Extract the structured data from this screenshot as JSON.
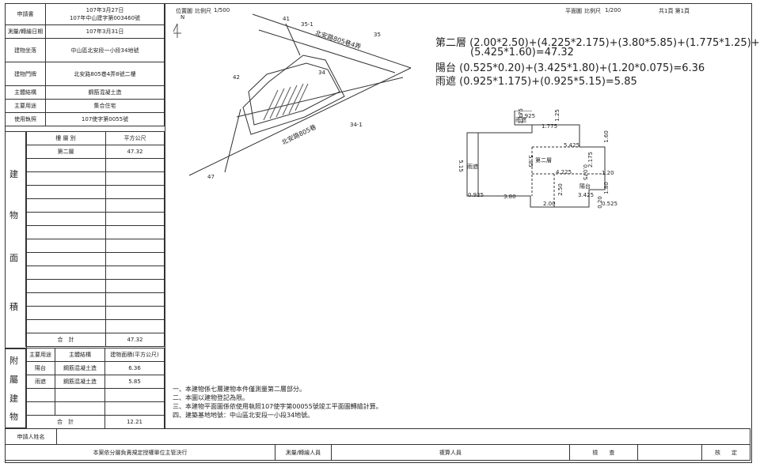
{
  "header": {
    "apply_label": "申請書",
    "apply_date": "107年3月27日",
    "apply_no": "107年中山建字第003460號",
    "survey_date_label": "測量/轉繪日期",
    "survey_date": "107年3月31日",
    "location_label": "建物坐落",
    "location": "中山區北安段一小段34地號",
    "address_label": "建物門牌",
    "address": "北安路805巷4弄8號二樓",
    "structure_label": "主體結構",
    "structure": "鋼筋混凝土造",
    "use_label": "主要用途",
    "use": "集合住宅",
    "license_label": "使用執照",
    "license": "107使字第0055號"
  },
  "area_table": {
    "section_chars": [
      "建",
      "物",
      "面",
      "積"
    ],
    "col_floor": "樓 層 別",
    "col_area": "平方公尺",
    "rows": [
      {
        "floor": "第二層",
        "area": "47.32"
      }
    ],
    "total_label": "合　計",
    "total": "47.32"
  },
  "annex_table": {
    "section_chars": [
      "附",
      "屬",
      "建",
      "物"
    ],
    "col_use": "主要用途",
    "col_structure": "主體結構",
    "col_area": "建物面積(平方公尺)",
    "rows": [
      {
        "use": "陽台",
        "structure": "鋼筋混凝土造",
        "area": "6.36"
      },
      {
        "use": "雨遮",
        "structure": "鋼筋混凝土造",
        "area": "5.85"
      }
    ],
    "total_label": "合　計",
    "total": "12.21"
  },
  "site_plan": {
    "title": "位置圖",
    "scale_label": "比例尺",
    "scale": "1/500",
    "north": "N",
    "road_1": "北安路805巷4弄",
    "road_2": "北安路805巷",
    "lot_41": "41",
    "lot_35_1": "35-1",
    "lot_35": "35",
    "lot_34": "34",
    "lot_42": "42",
    "lot_34_1": "34-1",
    "lot_47": "47"
  },
  "floor_plan": {
    "title": "平面圖",
    "scale_label": "比例尺",
    "scale": "1/200",
    "page": "共1頁 第1頁",
    "label_floor": "第二層",
    "label_balcony": "陽台",
    "label_canopy": "雨遮",
    "dims": [
      "1.175",
      "0.925",
      "1.775",
      "1.25",
      "1.60",
      "5.425",
      "5.15",
      "5.85",
      "2.175",
      "4.225",
      "0.075",
      "1.20",
      "2.50",
      "1.80",
      "3.425",
      "0.925",
      "3.80",
      "2.00",
      "0.20",
      "0.525"
    ]
  },
  "formulas": {
    "line1": "第二層 (2.00*2.50)+(4.225*2.175)+(3.80*5.85)+(1.775*1.25)+",
    "line2": "(5.425*1.60)=47.32",
    "line3": "陽台 (0.525*0.20)+(3.425*1.80)+(1.20*0.075)=6.36",
    "line4": "雨遮 (0.925*1.175)+(0.925*5.15)=5.85"
  },
  "notes": [
    "一、本建物係七層建物本件僅測量第二層部分。",
    "二、本圖以建物登記為限。",
    "三、本建物平面圖係依使用執照107使字第00055號竣工平面圖轉繪計算。",
    "四、建築基地地號：中山區北安段一小段34地號。"
  ],
  "footer": {
    "applicant_label": "申請人姓名",
    "authority": "本案依分層負責規定授權單位主管決行",
    "surveyor": "測量/轉繪人員",
    "reviewer": "複算人員",
    "checker": "檢　　查",
    "approver": "核　　定"
  }
}
